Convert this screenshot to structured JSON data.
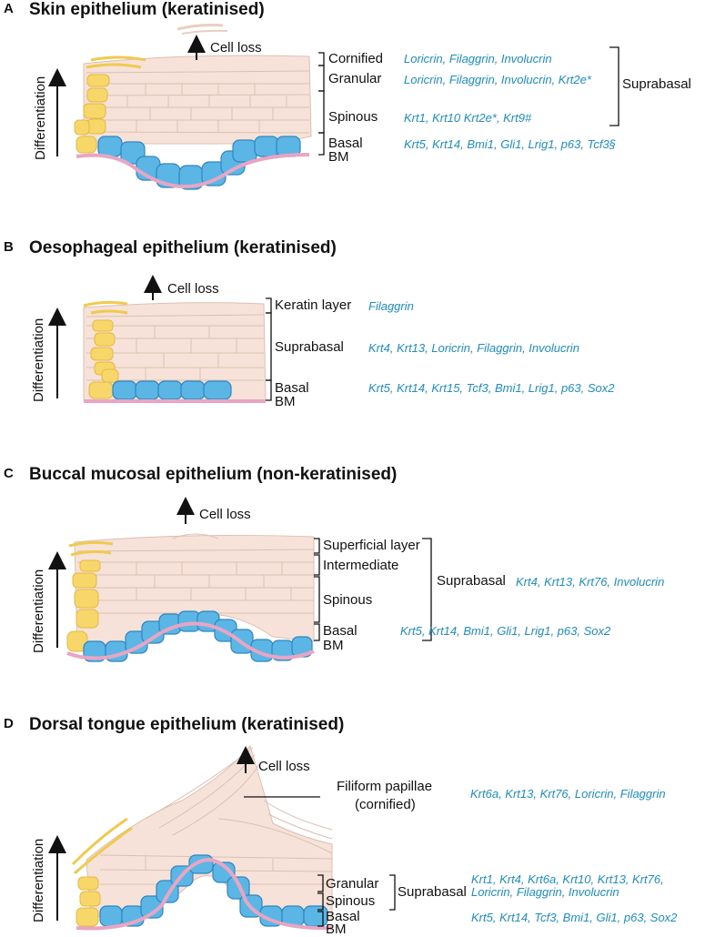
{
  "panels": [
    {
      "letter": "A",
      "title": "Skin epithelium (keratinised)",
      "cell_loss": "Cell loss",
      "axis": "Differentiation",
      "layers": [
        "Cornified",
        "Granular",
        "Spinous",
        "Basal",
        "BM"
      ],
      "group": "Suprabasal",
      "markers": {
        "cornified": "Loricrin, Filaggrin, Involucrin",
        "granular": "Loricrin, Filaggrin, Involucrin, Krt2e*",
        "spinous": "Krt1, Krt10 Krt2e*, Krt9#",
        "basal": "Krt5, Krt14, Bmi1, Gli1, Lrig1, p63, Tcf3§"
      }
    },
    {
      "letter": "B",
      "title": "Oesophageal epithelium (keratinised)",
      "cell_loss": "Cell loss",
      "axis": "Differentiation",
      "layers": [
        "Keratin layer",
        "Suprabasal",
        "Basal",
        "BM"
      ],
      "markers": {
        "keratin": "Filaggrin",
        "suprabasal": "Krt4, Krt13, Loricrin, Filaggrin, Involucrin",
        "basal": "Krt5, Krt14, Krt15, Tcf3, Bmi1, Lrig1, p63, Sox2"
      }
    },
    {
      "letter": "C",
      "title": "Buccal mucosal epithelium (non-keratinised)",
      "cell_loss": "Cell loss",
      "axis": "Differentiation",
      "layers": [
        "Superficial layer",
        "Intermediate",
        "Spinous",
        "Basal",
        "BM"
      ],
      "group": "Suprabasal",
      "markers": {
        "suprabasal": "Krt4, Krt13, Krt76, Involucrin",
        "basal": "Krt5, Krt14, Bmi1, Gli1, Lrig1, p63, Sox2"
      }
    },
    {
      "letter": "D",
      "title": "Dorsal tongue epithelium (keratinised)",
      "cell_loss": "Cell loss",
      "axis": "Differentiation",
      "papillae": "Filiform papillae",
      "papillae_sub": "(cornified)",
      "layers": [
        "Granular",
        "Spinous",
        "Basal",
        "BM"
      ],
      "group": "Suprabasal",
      "markers": {
        "papillae": "Krt6a, Krt13, Krt76, Loricrin, Filaggrin",
        "suprabasal_1": "Krt1, Krt4, Krt6a, Krt10, Krt13, Krt76,",
        "suprabasal_2": "Loricrin, Filaggrin, Involucrin",
        "basal": "Krt5, Krt14, Tcf3, Bmi1, Gli1, p63, Sox2"
      }
    }
  ],
  "colors": {
    "basal_cell": "#5bb6e6",
    "basal_edge": "#2f86c0",
    "suprabasal_cell": "#f6e2d8",
    "cell_edge": "#dcc0b2",
    "label_retaining": "#f7d66a",
    "bm": "#e9a6c4",
    "marker_text": "#1a8fc9"
  }
}
